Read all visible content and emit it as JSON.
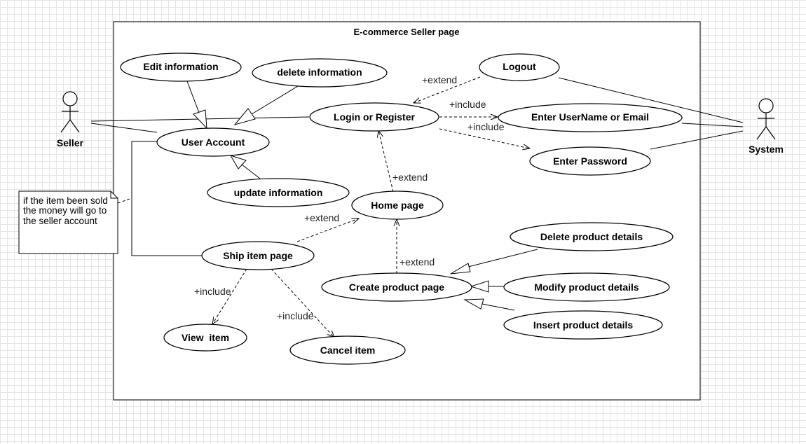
{
  "diagram": {
    "title": "E-commerce Seller page",
    "actors": {
      "seller": "Seller",
      "system": "System"
    },
    "use_cases": {
      "edit_information": "Edit information",
      "delete_information": "delete information",
      "logout": "Logout",
      "login_register": "Login or Register",
      "enter_username": "Enter UserName or Email",
      "enter_password": "Enter Password",
      "user_account": "User Account",
      "update_information": "update information",
      "home_page": "Home page",
      "ship_item_page": "Ship item page",
      "create_product_page": "Create product page",
      "delete_product_details": "Delete product details",
      "modify_product_details": "Modify product details",
      "insert_product_details": "Insert product details",
      "view_item": "View  item",
      "cancel_item": "Cancel item"
    },
    "relation_labels": {
      "logout_extend": "+extend",
      "username_include": "+include",
      "password_include": "+include",
      "home_extend": "+extend",
      "ship_extend": "+extend",
      "create_extend": "+extend",
      "view_include": "+include",
      "cancel_include": "+include"
    },
    "note": {
      "line1": "if the item been sold",
      "line2": "the money will go to",
      "line3": "the seller account"
    }
  }
}
